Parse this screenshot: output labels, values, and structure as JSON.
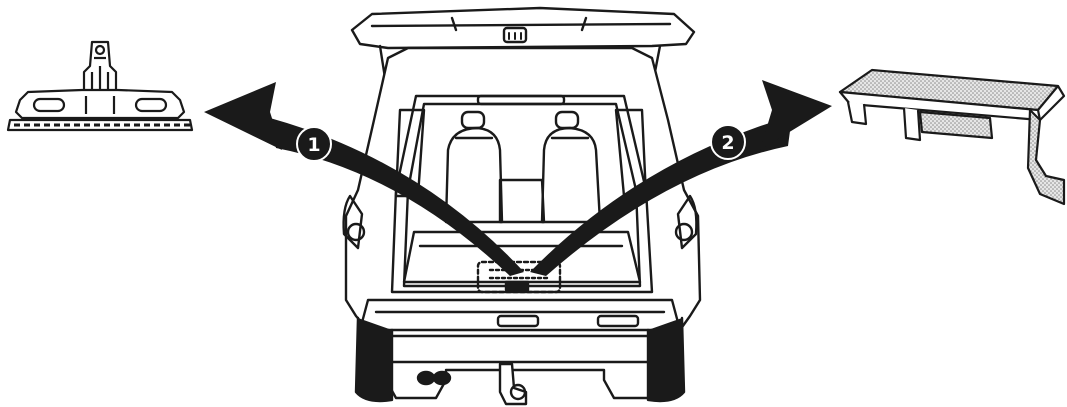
{
  "diagram": {
    "components": [
      {
        "name": "mat-holder",
        "icon": "mat-holder-bracket-icon"
      },
      {
        "name": "load-floor-cover",
        "icon": "load-floor-panel-icon"
      }
    ],
    "vehicle": {
      "icon": "suv-rear-open-tailgate-icon"
    },
    "callouts": [
      {
        "label": "1",
        "color": "#1a1a1a"
      },
      {
        "label": "2",
        "color": "#1a1a1a"
      }
    ],
    "colors": {
      "line": "#1a1a1a",
      "background": "#ffffff",
      "shade": "#cfcfcf"
    }
  }
}
